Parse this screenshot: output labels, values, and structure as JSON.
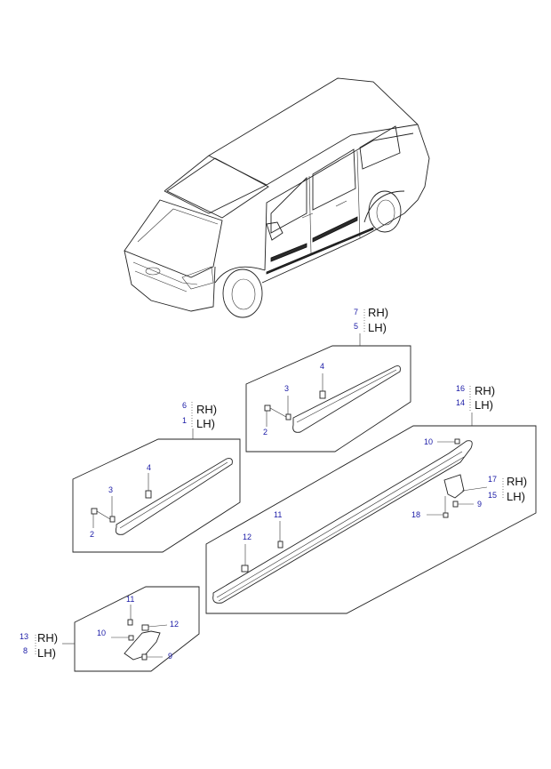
{
  "assembly_labels": {
    "front_door": {
      "rh_num": "7",
      "rh_text": "RH)",
      "lh_num": "5",
      "lh_text": "LH)"
    },
    "rear_door_upper": {
      "rh_num": "6",
      "rh_text": "RH)",
      "lh_num": "1",
      "lh_text": "LH)"
    },
    "side_sill": {
      "rh_num": "16",
      "rh_text": "RH)",
      "lh_num": "14",
      "lh_text": "LH)"
    },
    "sill_bracket": {
      "rh_num": "17",
      "rh_text": "RH)",
      "lh_num": "15",
      "lh_text": "LH)"
    },
    "mud_guard": {
      "rh_num": "13",
      "rh_text": "RH)",
      "lh_num": "8",
      "lh_text": "LH)"
    }
  },
  "callouts": {
    "box1": {
      "clip": "4",
      "screw": "3",
      "bolt": "2"
    },
    "box2": {
      "clip": "4",
      "screw": "3",
      "bolt": "2"
    },
    "box3": {
      "c10": "10",
      "c11": "11",
      "c12": "12",
      "c18": "18",
      "c9": "9"
    },
    "box4": {
      "c11": "11",
      "c10": "10",
      "c12": "12",
      "c9": "9"
    }
  },
  "colors": {
    "callout_number": "#1a1aa6",
    "line": "#222222"
  }
}
